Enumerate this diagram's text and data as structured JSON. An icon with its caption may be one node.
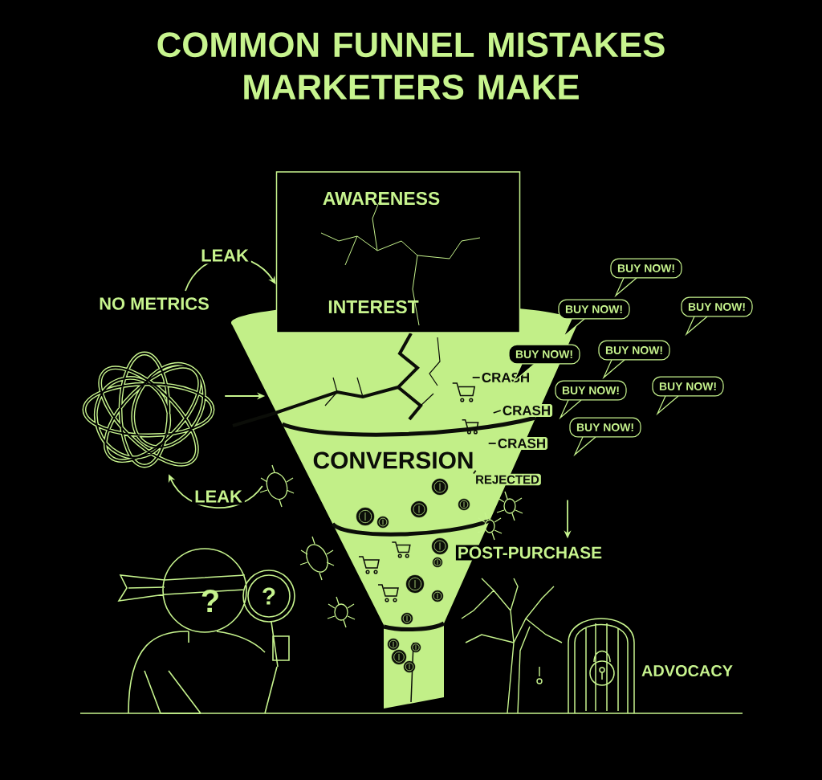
{
  "diagram": {
    "title": "COMMON FUNNEL MISTAKES MARKETERS MAKE",
    "nodes": [
      {
        "text": [
          "AWARENESS",
          "INTEREST"
        ]
      },
      {
        "text": [
          "CONVERSION"
        ]
      },
      {
        "text": [
          "NO METRICS"
        ]
      },
      {
        "text": [],
        "shape": "picture"
      },
      {
        "text": [],
        "shape": "picture"
      },
      {
        "text": [
          "CRASH"
        ]
      },
      {
        "text": [
          "CRASH"
        ]
      },
      {
        "text": [
          "CRASH"
        ]
      },
      {
        "text": [
          "REJECTED"
        ]
      },
      {
        "text": [
          "POST-PURCHASE"
        ]
      },
      {
        "text": [
          "ADVOCACY"
        ]
      },
      {
        "text": [
          "BUY NOW!"
        ]
      },
      {
        "text": [
          "BUY NOW!"
        ]
      },
      {
        "text": [
          "BUY NOW!"
        ]
      },
      {
        "text": [
          "BUY NOW!"
        ]
      },
      {
        "text": [
          "BUY NOW!"
        ]
      },
      {
        "text": [
          "BUY NOW!"
        ]
      },
      {
        "text": [
          "BUY NOW!"
        ]
      },
      {
        "text": [
          "BUY NOW!"
        ]
      }
    ],
    "edges": [
      {
        "from": 2,
        "to": 0,
        "arrow": "to",
        "label": "LEAK"
      },
      {
        "from": 3,
        "to": null,
        "arrow": "to"
      },
      {
        "from": 4,
        "to": 3,
        "arrow": "to",
        "label": "LEAK"
      },
      {
        "from": 5,
        "to": null,
        "arrow": "none",
        "color": "#0b0d08"
      },
      {
        "from": 6,
        "to": null,
        "arrow": "none",
        "color": "#0b0d08"
      },
      {
        "from": 7,
        "to": null,
        "arrow": "none",
        "color": "#0b0d08"
      },
      {
        "from": 1,
        "to": 8,
        "arrow": "none",
        "color": "#0b0d08"
      },
      {
        "from": null,
        "to": 9,
        "arrow": "to"
      }
    ],
    "labels": [
      "?",
      "?"
    ]
  }
}
